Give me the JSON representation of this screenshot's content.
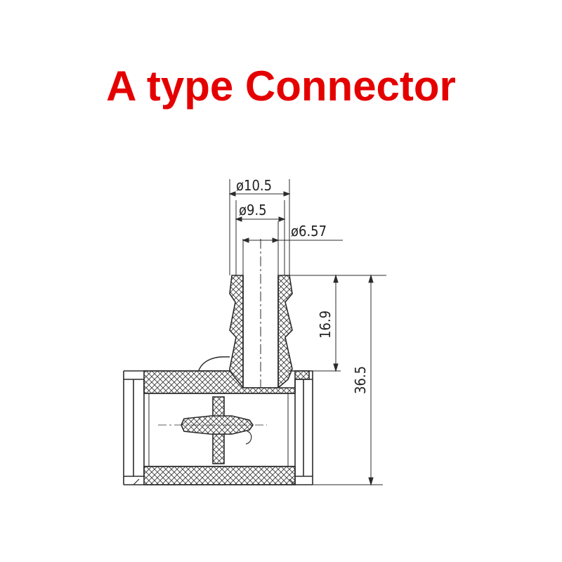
{
  "title": "A type Connector",
  "colors": {
    "title": "#e50000",
    "line": "#2b2b2b",
    "hatch": "#3a3a3a"
  },
  "dimensions": {
    "outer_diameter": "ø10.5",
    "mid_diameter": "ø9.5",
    "inner_diameter": "ø6.57",
    "barb_length": "16.9",
    "total_height": "36.5"
  }
}
